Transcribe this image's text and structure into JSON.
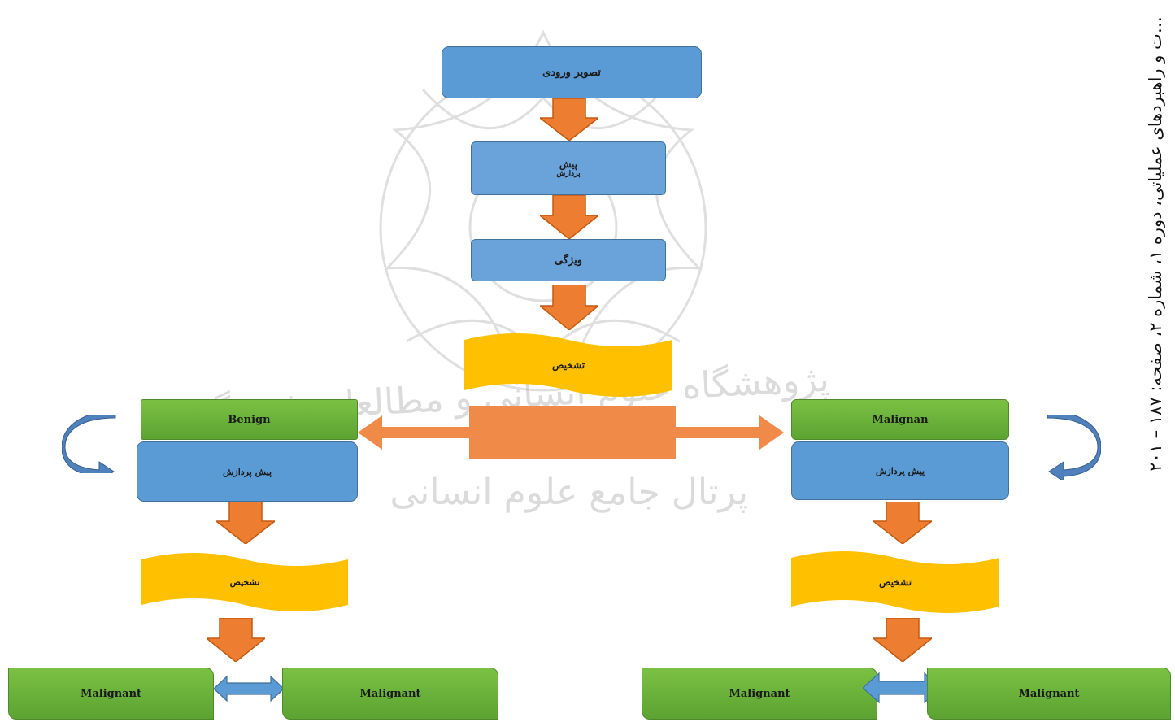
{
  "watermark_text_1": "پژوهشگاه علوم انسانی و مطالعات فرهنگی",
  "watermark_text_2": "پرتال جامع علوم انسانی",
  "side_caption": "…ت و راهبردهای عملیاتی، دوره ۱، شماره ۲، صفحه: ۱۸۷ – ۲۰۱",
  "nodes": {
    "input_image": "تصویر ورودی",
    "preprocess_1": "پیش",
    "preprocess_2": "پردازش",
    "feature": "ویژگی",
    "diagnosis_main": "تشخیص",
    "benign": "Benign",
    "malignan": "Malignan",
    "left_preprocess": "پیش پردازش",
    "right_preprocess": "پیش پردازش",
    "left_diagnosis": "تشخیص",
    "right_diagnosis": "تشخیص",
    "ll_result": "Malignant",
    "lr_result": "Malignant",
    "rl_result": "Malignant",
    "rr_result": "Malignant"
  },
  "colors": {
    "blue": "#5b9bd5",
    "green": "#70ad47",
    "yellow": "#ffc000",
    "orange": "#ed7d31"
  }
}
